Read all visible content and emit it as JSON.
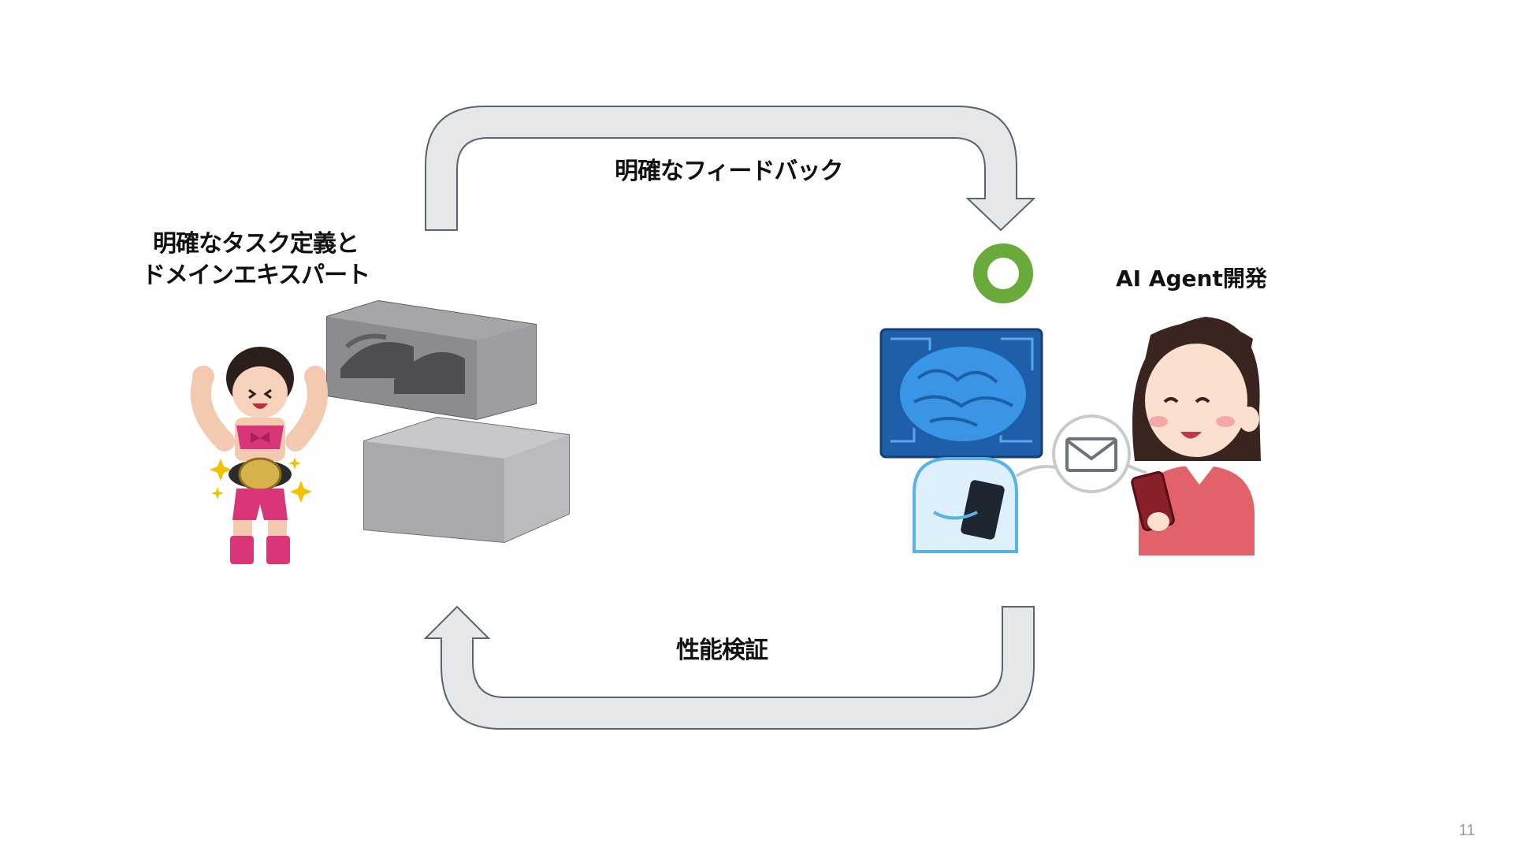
{
  "slide": {
    "feedback_label": "明確なフィードバック",
    "verification_label": "性能検証",
    "task_label_line1": "明確なタスク定義と",
    "task_label_line2": "ドメインエキスパート",
    "agent_label": "AI Agent開発",
    "page_number": "11"
  },
  "icons": [
    "wrestler-champion-icon",
    "concrete-blocks-icon",
    "ai-brain-robot-icon",
    "mail-icon",
    "woman-with-phone-icon",
    "correct-circle-icon"
  ],
  "colors": {
    "arrow_fill": "#e6e7e8",
    "arrow_stroke": "#5a6470",
    "circle_green": "#6aaa3a",
    "brain_blue": "#1e73c8",
    "wrestler_pink": "#d9367a",
    "woman_shirt": "#e2626a"
  }
}
